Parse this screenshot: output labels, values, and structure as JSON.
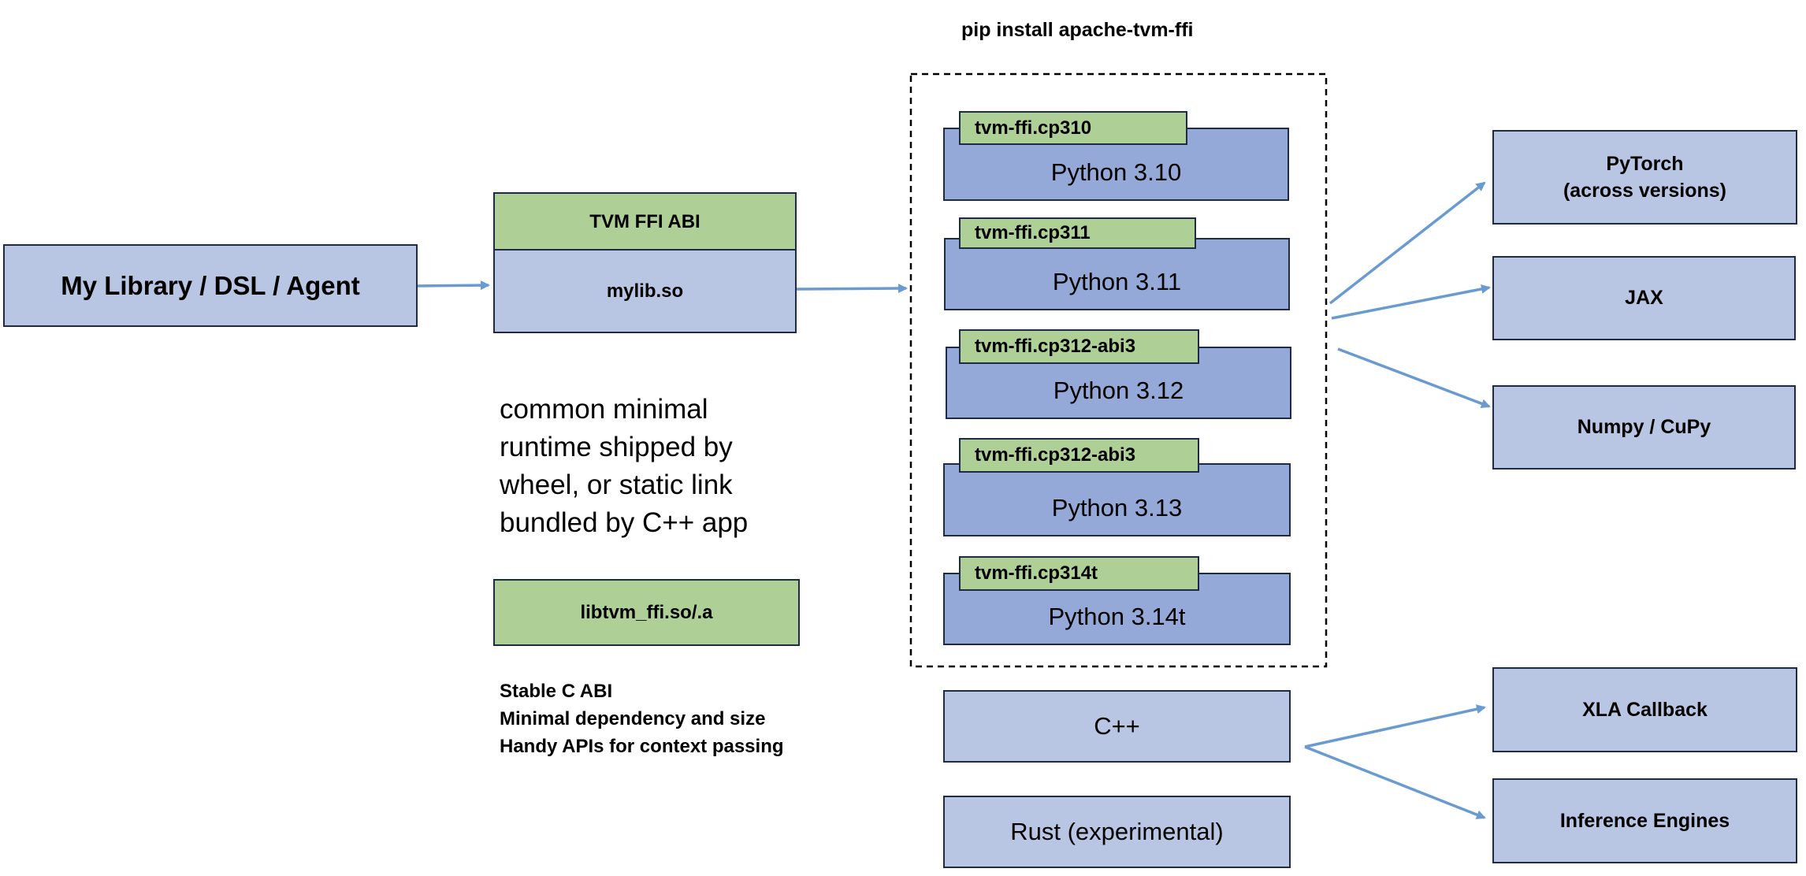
{
  "header": {
    "pip_command": "pip install apache-tvm-ffi"
  },
  "source": {
    "label": "My Library / DSL / Agent"
  },
  "library": {
    "abi_label": "TVM FFI ABI",
    "so_label": "mylib.so"
  },
  "runtime": {
    "description": [
      "common minimal",
      "runtime shipped by",
      "wheel, or static link",
      "bundled by C++ app"
    ],
    "lib_label": "libtvm_ffi.so/.a",
    "features": [
      "Stable C ABI",
      "Minimal dependency and size",
      "Handy APIs for context passing"
    ]
  },
  "wheels": [
    {
      "tag": "tvm-ffi.cp310",
      "python": "Python 3.10"
    },
    {
      "tag": "tvm-ffi.cp311",
      "python": "Python 3.11"
    },
    {
      "tag": "tvm-ffi.cp312-abi3",
      "python": "Python 3.12"
    },
    {
      "tag": "tvm-ffi.cp312-abi3",
      "python": "Python 3.13"
    },
    {
      "tag": "tvm-ffi.cp314t",
      "python": "Python 3.14t"
    }
  ],
  "languages": {
    "cpp": "C++",
    "rust": "Rust (experimental)"
  },
  "targets": {
    "pytorch_line1": "PyTorch",
    "pytorch_line2": "(across versions)",
    "jax": "JAX",
    "numpy": "Numpy / CuPy",
    "xla": "XLA Callback",
    "inference": "Inference Engines"
  },
  "colors": {
    "light_blue": "#b8c6e4",
    "mid_blue": "#94a9d8",
    "green": "#aed096",
    "arrow": "#6a9bd0",
    "border": "#1f2a44"
  }
}
